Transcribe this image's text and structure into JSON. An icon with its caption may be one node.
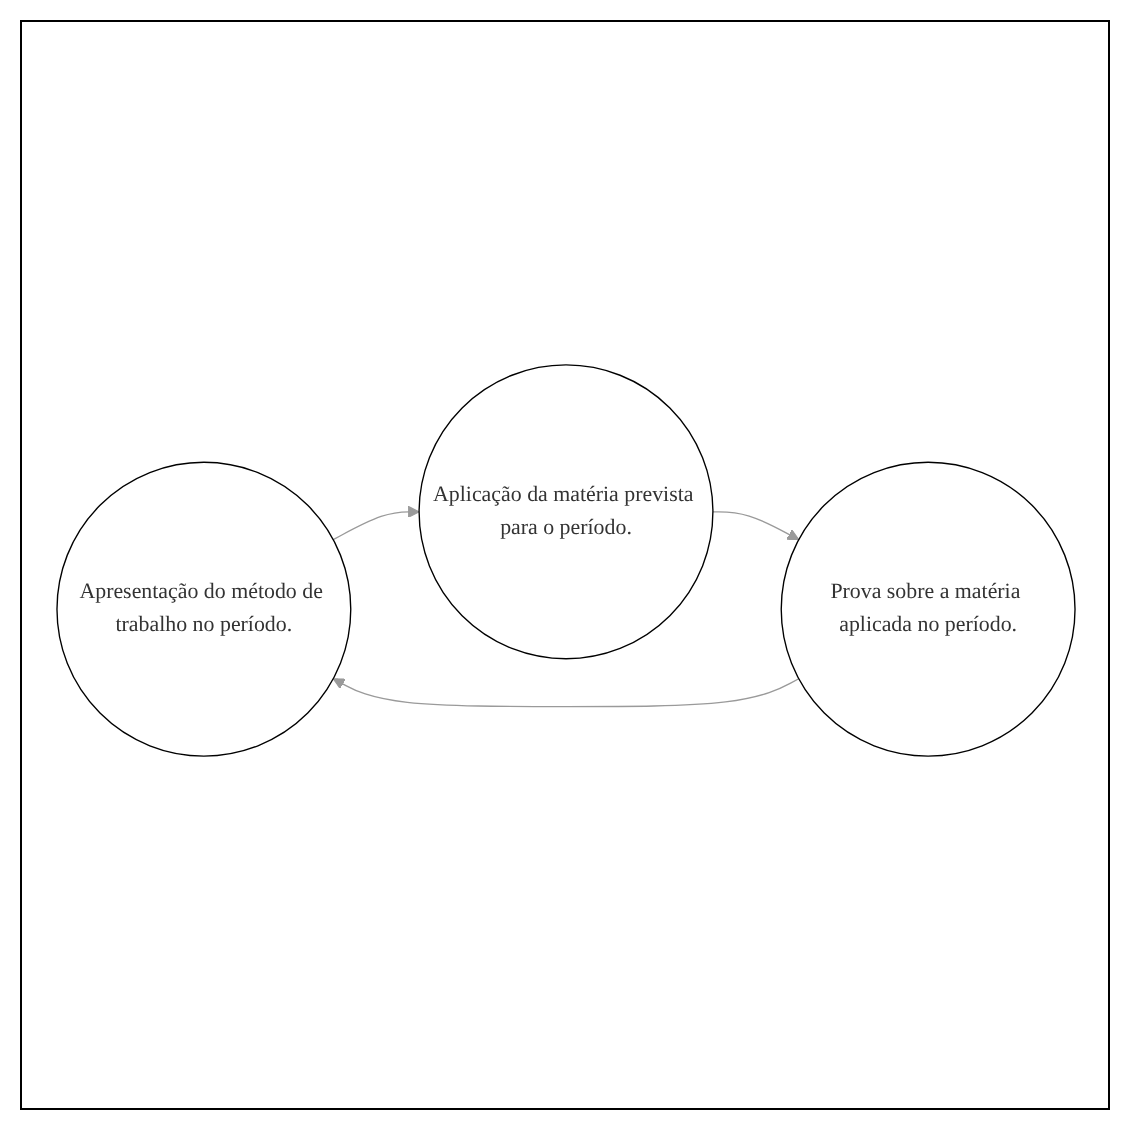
{
  "diagram": {
    "nodes": [
      {
        "text": [
          "Apresentação do método de trabalho no período."
        ]
      },
      {
        "text": [
          "Aplicação da matéria prevista para o período."
        ]
      },
      {
        "text": [
          "Prova sobre a matéria aplicada no período."
        ]
      }
    ],
    "edges": [
      {
        "from": 0,
        "to": 1,
        "arrow": "to"
      },
      {
        "from": 1,
        "to": 2,
        "arrow": "to"
      },
      {
        "from": 2,
        "to": 0,
        "arrow": "to"
      }
    ]
  }
}
